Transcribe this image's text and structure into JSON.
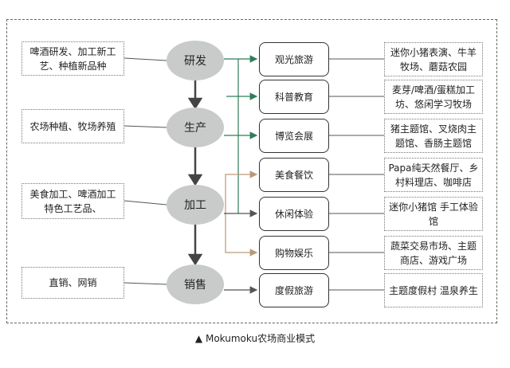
{
  "stages": [
    "研发",
    "生产",
    "加工",
    "销售"
  ],
  "inputs": [
    "啤酒研发、加工新工艺、种植新品种",
    "农场种植、牧场养殖",
    "美食加工、啤酒加工特色工艺品、",
    "直销、网销"
  ],
  "businesses": [
    "观光旅游",
    "科普教育",
    "博览会展",
    "美食餐饮",
    "休闲体验",
    "购物娱乐",
    "度假旅游"
  ],
  "details": [
    "迷你小猪表演、牛羊牧场、蘑菇农园",
    "麦芽/啤酒/蛋糕加工坊、悠闲学习牧场",
    "猪主题馆、叉烧肉主题馆、香肠主题馆",
    "Papa纯天然餐厅、乡村料理店、咖啡店",
    "迷你小猪馆 手工体验馆",
    "蔬菜交易市场、主题商店、游戏广场",
    "主题度假村 温泉养生"
  ],
  "caption": "▲ Mokumoku农场商业模式",
  "colors": {
    "green": "#2e7d5b",
    "brown": "#b89a78",
    "gray": "#555555",
    "ellipse": "#c9cbcb"
  }
}
